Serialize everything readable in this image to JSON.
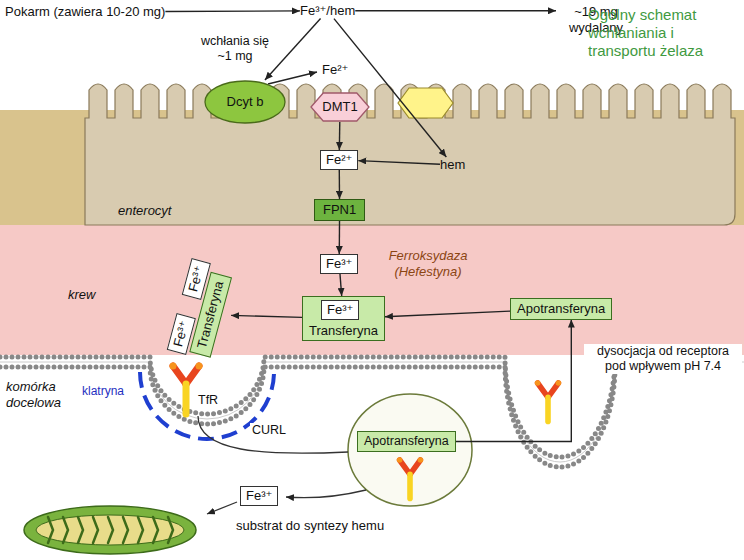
{
  "diagram": {
    "title": "Ogólny schemat wchłaniania i transportu żelaza",
    "nodes": [
      {
        "text": [
          "Pokarm (zawiera 10-20 mg)"
        ]
      },
      {
        "text": [
          "Fe³⁺/hem"
        ]
      },
      {
        "text": [
          "~19 mg wydalany"
        ]
      },
      {
        "text": [
          "Dcyt b"
        ]
      },
      {
        "text": [
          "DMT1"
        ]
      },
      {
        "text": [
          "Fe²⁺"
        ]
      },
      {
        "text": [
          "hem"
        ]
      },
      {
        "text": [
          "FPN1"
        ]
      },
      {
        "text": [
          "Fe³⁺"
        ]
      },
      {
        "text": [
          "Transferyna"
        ]
      },
      {
        "text": [
          "Fe³⁺"
        ],
        "in": 9
      },
      {
        "text": [
          "Apotransferyna"
        ]
      },
      {
        "text": [
          "Transferyna"
        ]
      },
      {
        "text": [
          "Fe³⁺"
        ]
      },
      {
        "text": [
          "Fe³⁺"
        ]
      },
      {
        "text": [
          "Apotransferyna"
        ]
      },
      {
        "text": [
          "Fe³⁺"
        ]
      }
    ],
    "edges": [
      {
        "from": 0,
        "to": 1,
        "arrow": "to"
      },
      {
        "from": 1,
        "to": 2,
        "arrow": "to"
      },
      {
        "from": 1,
        "to": 3,
        "arrow": "to"
      },
      {
        "from": 1,
        "to": 6,
        "arrow": "to"
      },
      {
        "from": 4,
        "to": 5,
        "arrow": "to"
      },
      {
        "from": 6,
        "to": 5,
        "arrow": "to"
      },
      {
        "from": 5,
        "to": 7,
        "arrow": "to"
      },
      {
        "from": 7,
        "to": 8,
        "arrow": "to"
      },
      {
        "from": 8,
        "to": 9,
        "arrow": "to"
      },
      {
        "from": 11,
        "to": 9,
        "arrow": "to"
      },
      {
        "from": 9,
        "to": 12,
        "arrow": "to"
      },
      {
        "from": 15,
        "to": 11,
        "arrow": "to"
      }
    ],
    "labels": [
      "wchłania się ~1 mg",
      "Fe²⁺",
      "enterocyt",
      "Ferroksydaza (Hefestyna)",
      "krew",
      "komórka docelowa",
      "klatryna",
      "TfR",
      "CURL",
      "dysocjacja od receptora pod wpływem pH 7.4",
      "substrat do syntezy hemu"
    ]
  }
}
